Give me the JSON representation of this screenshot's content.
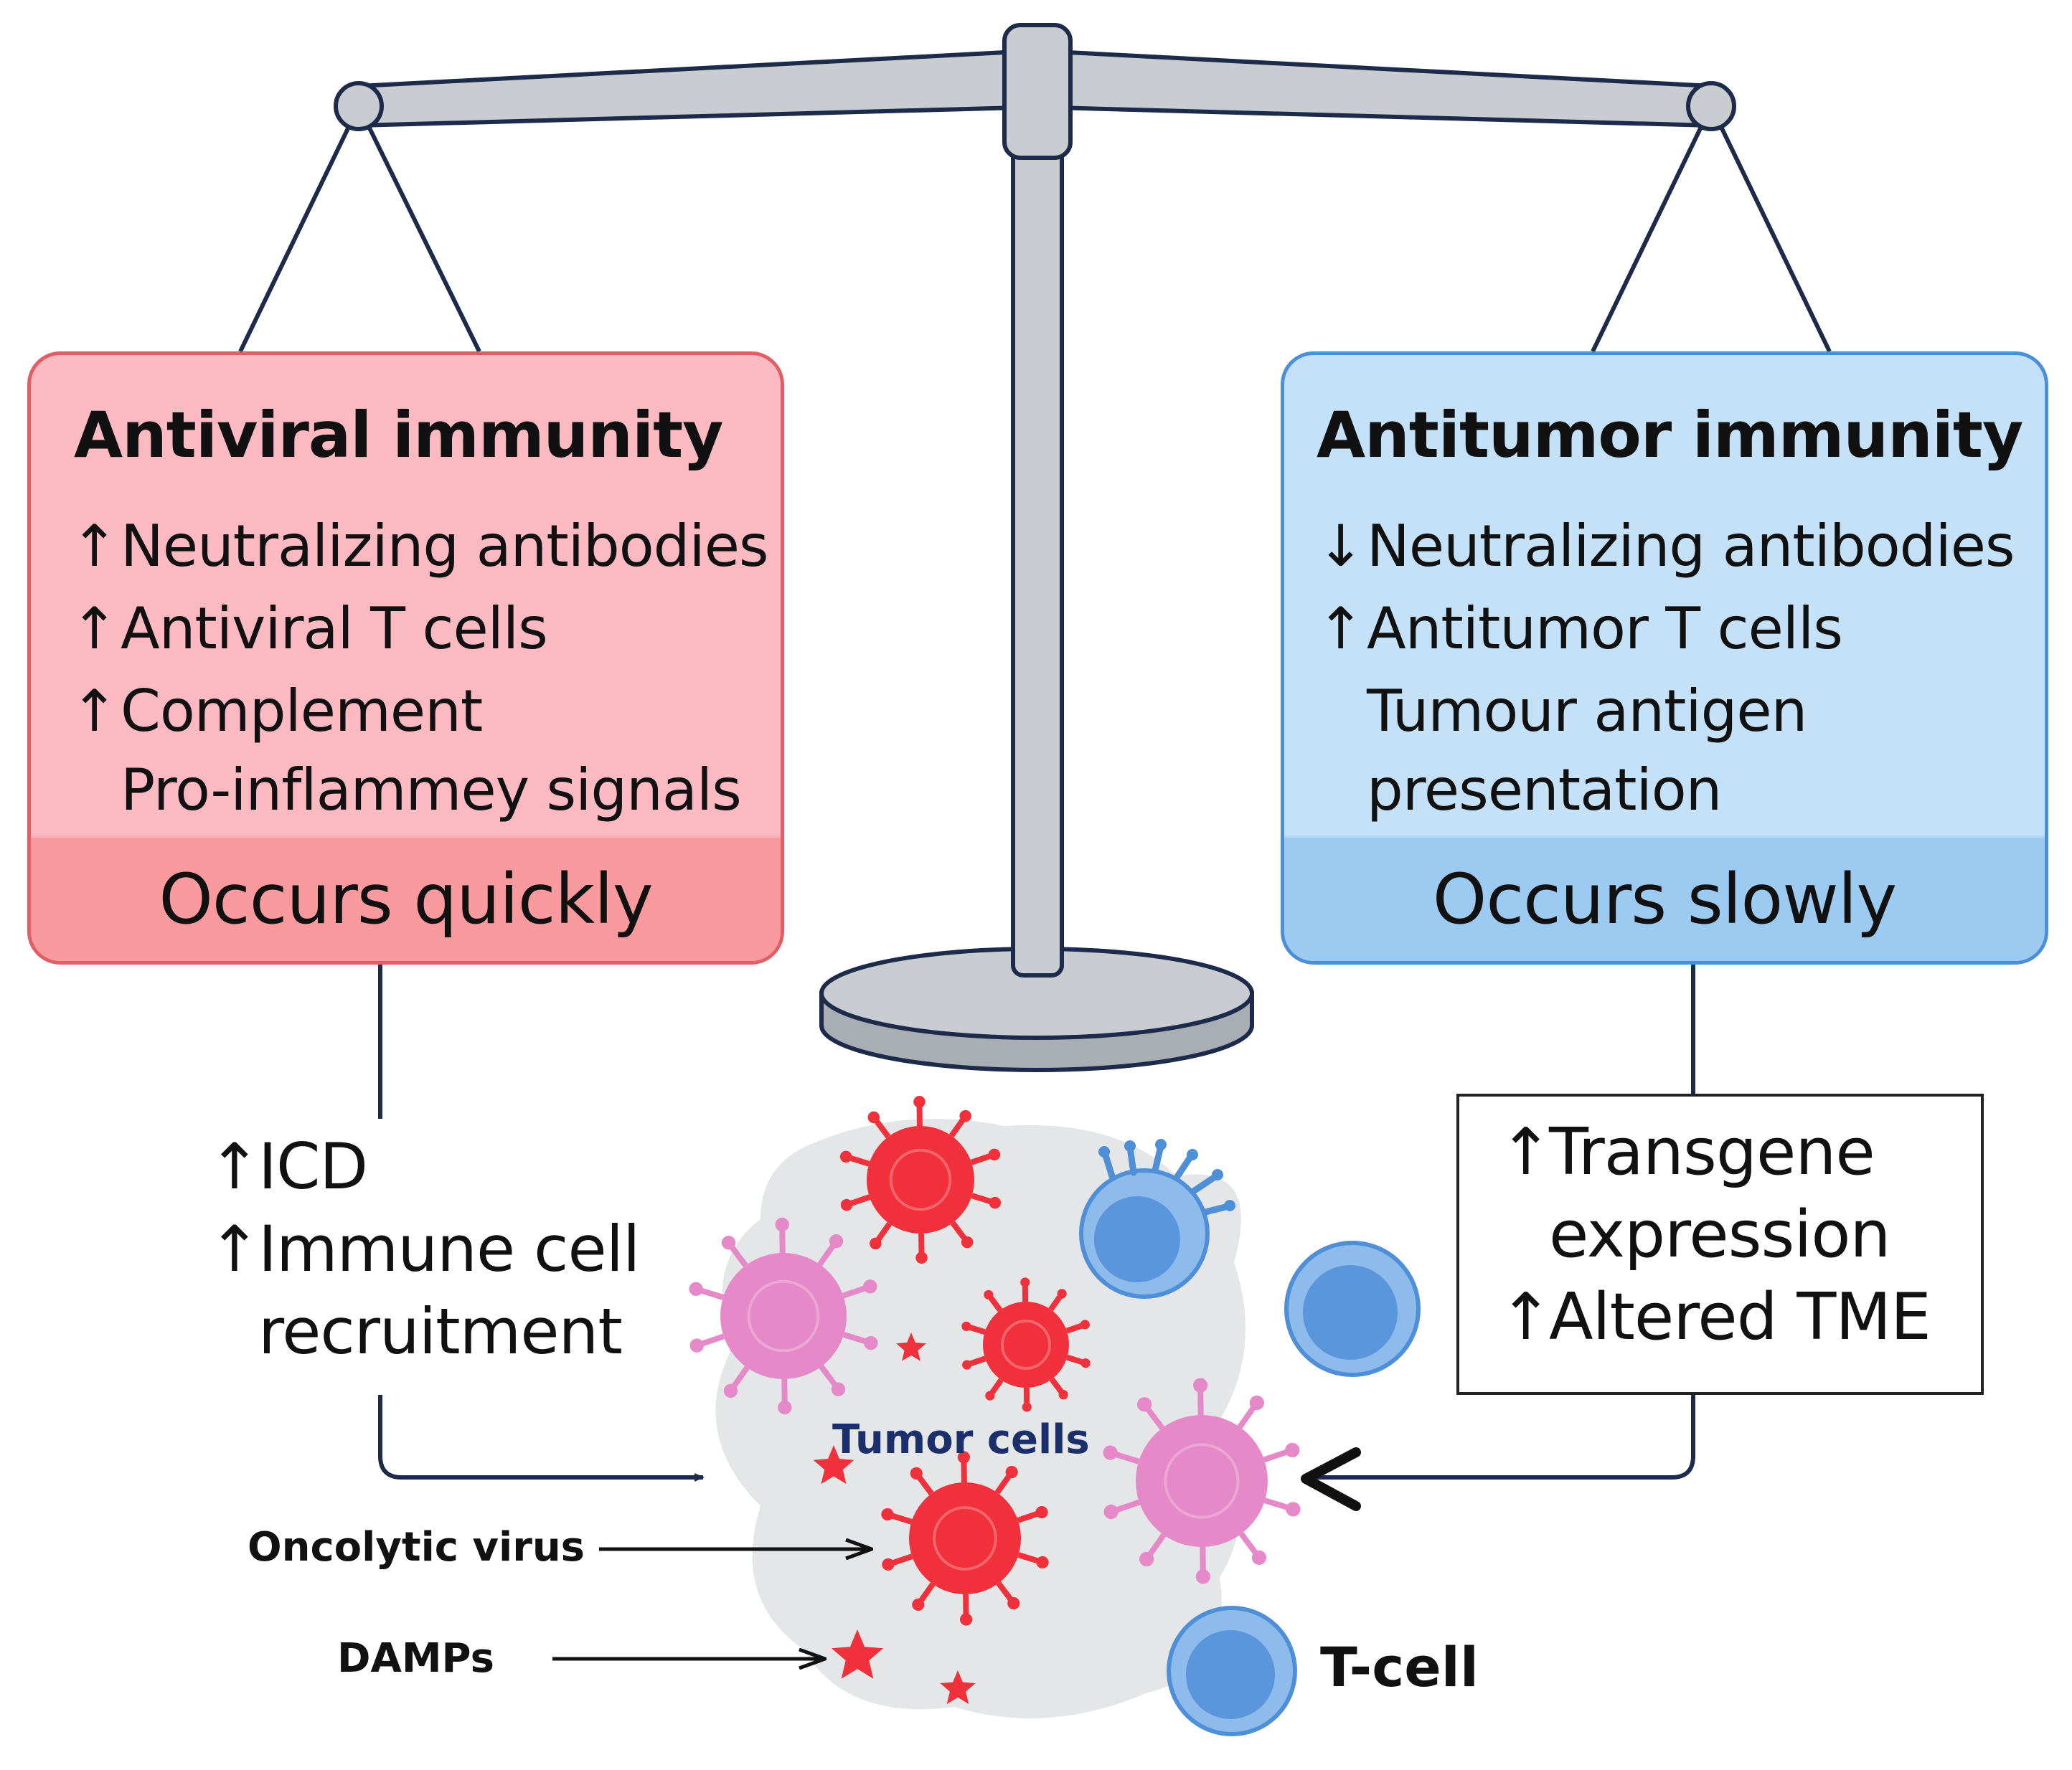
{
  "antiviral": {
    "title": "Antiviral immunity",
    "lines": [
      {
        "arrow": "↑",
        "text": "Neutralizing antibodies"
      },
      {
        "arrow": "↑",
        "text": "Antiviral T cells"
      },
      {
        "arrow": "↑",
        "text": "Complement"
      },
      {
        "arrow": "",
        "text": "Pro-inflammey signals"
      }
    ],
    "footer": "Occurs quickly",
    "color_fill": "#fbb9c1",
    "color_border": "#e05f64"
  },
  "antitumor": {
    "title": "Antitumor immunity",
    "lines": [
      {
        "arrow": "↓",
        "text": "Neutralizing antibodies"
      },
      {
        "arrow": "↑",
        "text": "Antitumor T cells"
      },
      {
        "arrow": "",
        "text": "Tumour antigen"
      },
      {
        "arrow": "",
        "text": "presentation"
      }
    ],
    "footer": "Occurs slowly",
    "color_fill": "#c4e1f8",
    "color_border": "#4a8fd8"
  },
  "left_effects": {
    "lines": [
      {
        "arrow": "↑",
        "text": "ICD"
      },
      {
        "arrow": "↑",
        "text": "Immune cell"
      },
      {
        "arrow": "",
        "text": "recruitment"
      }
    ]
  },
  "right_effects": {
    "lines": [
      {
        "arrow": "↑",
        "text": "Transgene"
      },
      {
        "arrow": "",
        "text": "expression"
      },
      {
        "arrow": "↑",
        "text": "Altered TME"
      }
    ]
  },
  "labels": {
    "tumor_cells": "Tumor cells",
    "oncolytic_virus": "Oncolytic virus",
    "damps": "DAMPs",
    "t_cell": "T-cell"
  },
  "icons": [
    "balance-scale-icon",
    "oncolytic-virus-icon",
    "immune-cell-icon",
    "damp-star-icon"
  ],
  "colors": {
    "virus_red": "#f0303a",
    "virus_pink": "#e589c9",
    "cell_blue": "#5b96dc",
    "scale_gray": "#c9cdd2",
    "tumor_gray": "#e4e6e8"
  }
}
